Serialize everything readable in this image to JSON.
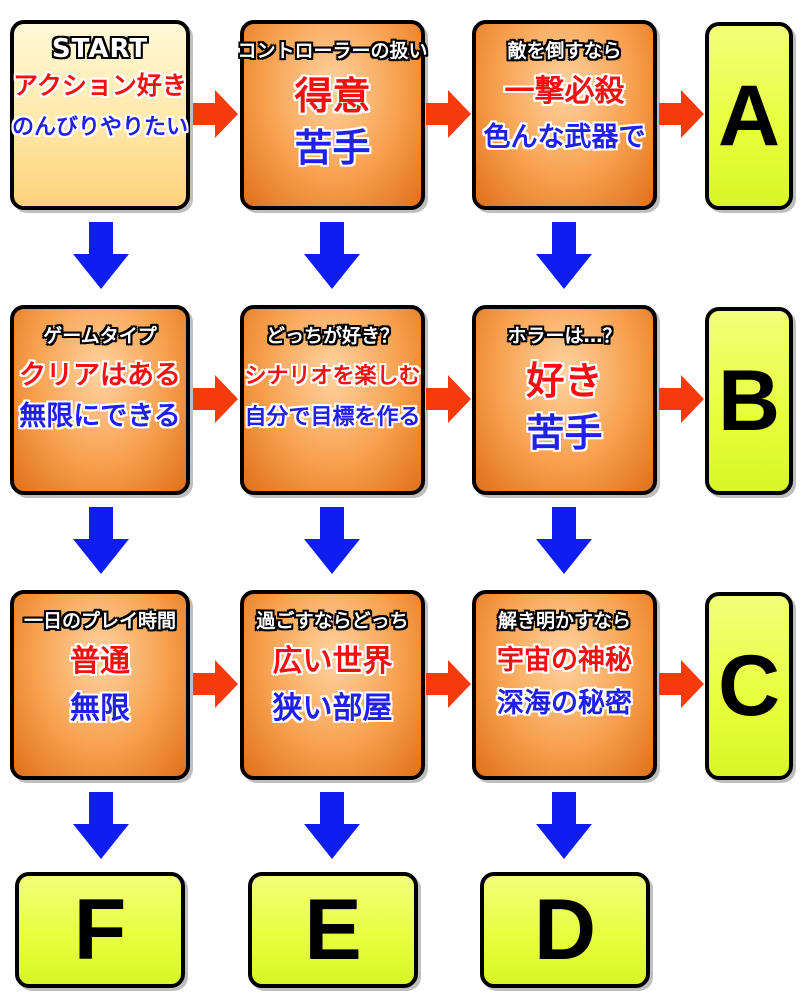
{
  "accent_colors": {
    "right_arrow": "#f53a0c",
    "down_arrow": "#0f1ef0",
    "option_red": "#f41010",
    "option_blue": "#2020e8"
  },
  "start": {
    "title": "START",
    "option1": "アクション好き",
    "option2": "のんびりやりたい"
  },
  "questions": {
    "controller": {
      "title": "コントローラーの扱い",
      "option1": "得意",
      "option2": "苦手"
    },
    "enemy": {
      "title": "敵を倒すなら",
      "option1": "一撃必殺",
      "option2": "色んな武器で"
    },
    "gametype": {
      "title": "ゲームタイプ",
      "option1": "クリアはある",
      "option2": "無限にできる"
    },
    "preference": {
      "title": "どっちが好き？",
      "option1": "シナリオを楽しむ",
      "option2": "自分で目標を作る"
    },
    "horror": {
      "title": "ホラーは…？",
      "option1": "好き",
      "option2": "苦手"
    },
    "playtime": {
      "title": "一日のプレイ時間",
      "option1": "普通",
      "option2": "無限"
    },
    "spend": {
      "title": "過ごすならどっち",
      "option1": "広い世界",
      "option2": "狭い部屋"
    },
    "mystery": {
      "title": "解き明かすなら",
      "option1": "宇宙の神秘",
      "option2": "深海の秘密"
    }
  },
  "results": {
    "a": "A",
    "b": "B",
    "c": "C",
    "d": "D",
    "e": "E",
    "f": "F"
  }
}
